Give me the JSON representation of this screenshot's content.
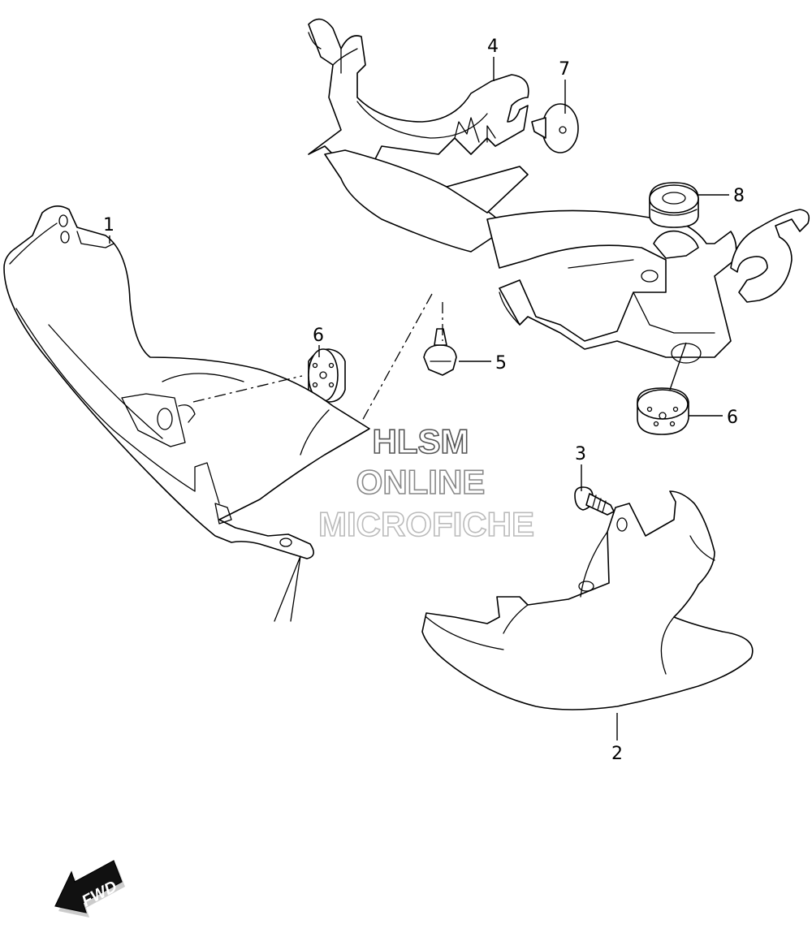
{
  "callouts": {
    "c1": "1",
    "c2": "2",
    "c3": "3",
    "c4": "4",
    "c5": "5",
    "c6a": "6",
    "c6b": "6",
    "c7": "7",
    "c8": "8"
  },
  "watermark": {
    "line1": "HLSM",
    "line2": "ONLINE",
    "line3": "MICROFICHE"
  },
  "fwd_arrow": {
    "label": "FWD"
  },
  "colors": {
    "line": "#000000",
    "background": "#ffffff",
    "watermark1": "#555555",
    "watermark2": "#888888",
    "watermark3": "#bbbbbb"
  }
}
